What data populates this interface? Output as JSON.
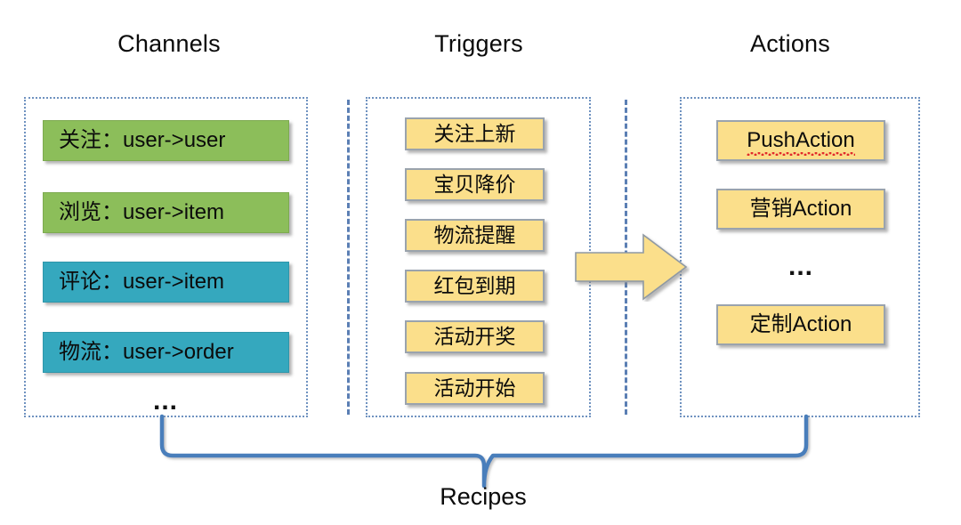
{
  "columns": {
    "channels": {
      "title": "Channels"
    },
    "triggers": {
      "title": "Triggers"
    },
    "actions": {
      "title": "Actions"
    }
  },
  "channels": {
    "items": [
      {
        "label": "关注：user->user",
        "color": "#8cbe5a"
      },
      {
        "label": "浏览：user->item",
        "color": "#8cbe5a"
      },
      {
        "label": "评论：user->item",
        "color": "#35a8be"
      },
      {
        "label": "物流：user->order",
        "color": "#35a8be"
      }
    ],
    "more": "..."
  },
  "triggers": {
    "items": [
      {
        "label": "关注上新"
      },
      {
        "label": "宝贝降价"
      },
      {
        "label": "物流提醒"
      },
      {
        "label": "红包到期"
      },
      {
        "label": "活动开奖"
      },
      {
        "label": "活动开始"
      }
    ]
  },
  "actions": {
    "items": [
      {
        "label": "PushAction",
        "misspelled": true
      },
      {
        "label": "营销Action",
        "misspelled": false
      }
    ],
    "more": "...",
    "last": {
      "label": "定制Action",
      "misspelled": false
    }
  },
  "flow": {
    "arrow_icon": "right-arrow-icon",
    "arrow_color": "#fbdf8b"
  },
  "footer": {
    "brace_icon": "curly-brace-icon",
    "brace_color": "#4a7ebb",
    "label": "Recipes"
  }
}
